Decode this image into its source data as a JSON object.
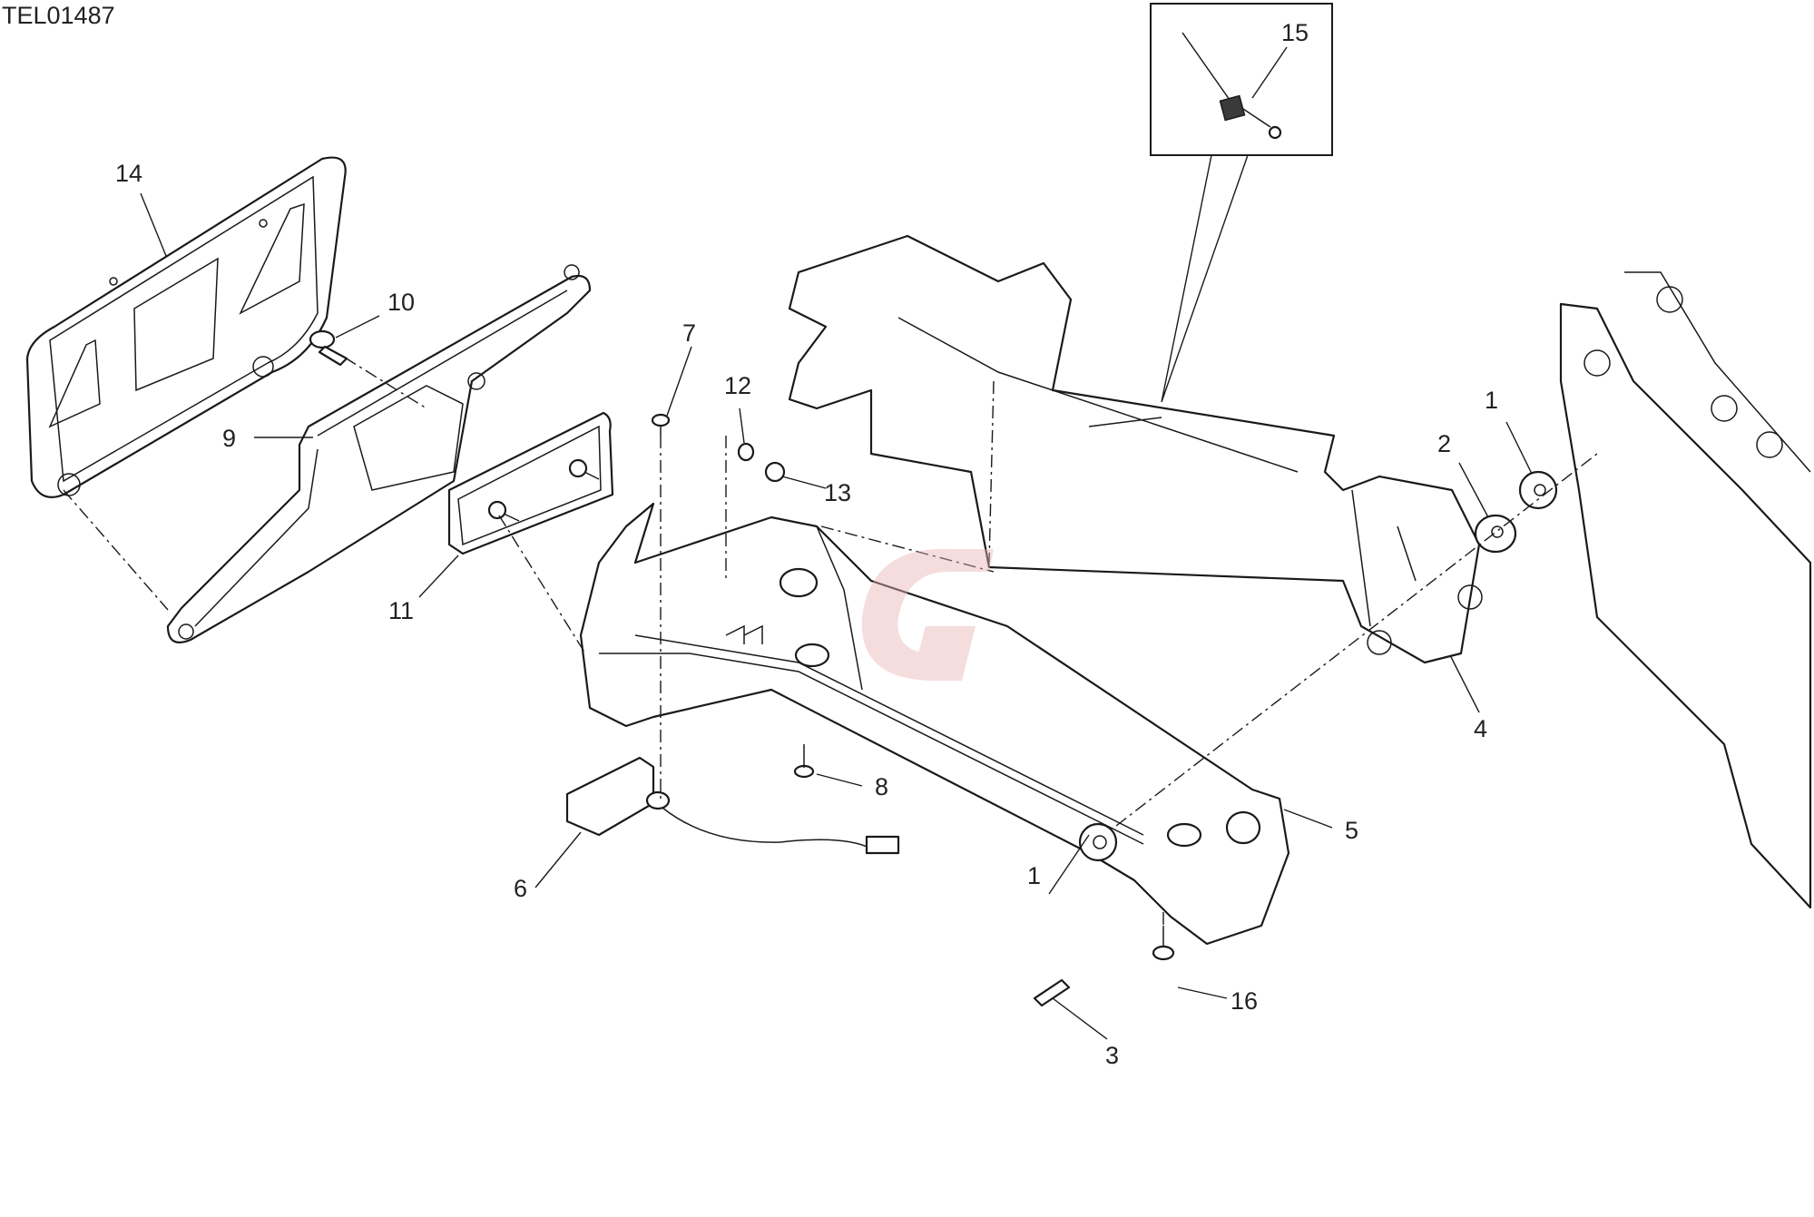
{
  "drawing_code": "TEL01487",
  "callouts": [
    "1",
    "1",
    "2",
    "3",
    "4",
    "5",
    "6",
    "7",
    "8",
    "9",
    "10",
    "11",
    "12",
    "13",
    "14",
    "15",
    "16"
  ],
  "colors": {
    "line": "#1a1a1a",
    "watermark": "#e8b4b4"
  },
  "watermark_icon": "g-logo-watermark"
}
